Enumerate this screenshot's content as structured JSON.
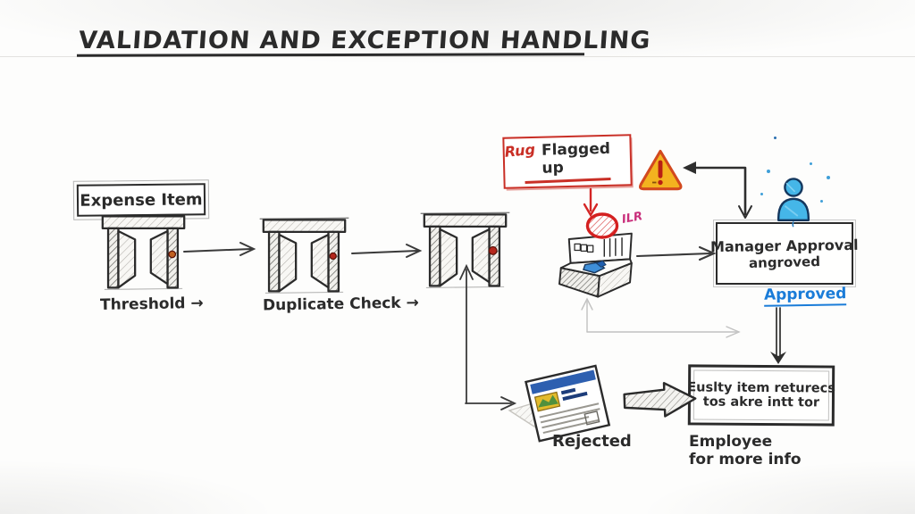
{
  "title": {
    "text": "VALIDATION AND EXCEPTION HANDLING"
  },
  "flow": {
    "expense_item": "Expense Item",
    "gate1_label": "Threshold →",
    "gate2_label": "Duplicate Check →",
    "flag_prefix": "Rug",
    "flag_label": "Flagged up",
    "scanner_tag": "ILR",
    "manager_line1": "Manager Approval",
    "manager_line2": "angroved",
    "approved_label": "Approved",
    "return_line1": "Euslty item returecs",
    "return_line2": "tos akre intt tor",
    "rejected_label": "Rejected",
    "employee_line1": "Employee",
    "employee_line2": "for more info"
  },
  "colors": {
    "ink": "#2b2b2b",
    "accent_red": "#c92f26",
    "accent_magenta": "#c92f7b",
    "warning_yellow": "#f3b31f",
    "warning_border": "#d2491e",
    "person_blue": "#45b6e8",
    "approved_blue": "#1a7cd8",
    "doc_header_blue": "#2d5fb0"
  }
}
